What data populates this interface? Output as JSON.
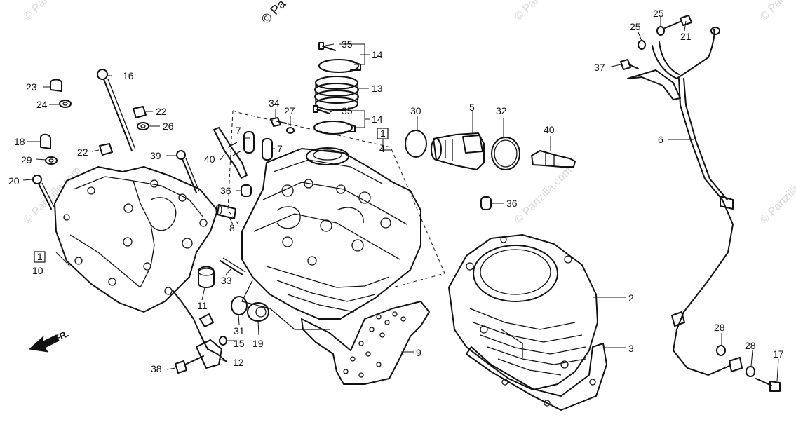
{
  "watermark": {
    "text": "© Partzilla.com",
    "copyright_fragment": "© Pa"
  },
  "front_arrow": {
    "label": "FR.",
    "icon": "front-direction-arrow-icon"
  },
  "part_labels": {
    "p1a": "1",
    "p1b": "1",
    "p2": "2",
    "p3": "3",
    "p4": "4",
    "p5": "5",
    "p6": "6",
    "p7a": "7",
    "p7b": "7",
    "p8": "8",
    "p9": "9",
    "p10": "10",
    "p11": "11",
    "p12": "12",
    "p13": "13",
    "p14a": "14",
    "p14b": "14",
    "p15": "15",
    "p16": "16",
    "p17": "17",
    "p18": "18",
    "p19": "19",
    "p20": "20",
    "p21": "21",
    "p22a": "22",
    "p22b": "22",
    "p23": "23",
    "p24": "24",
    "p25a": "25",
    "p25b": "25",
    "p26": "26",
    "p27": "27",
    "p28a": "28",
    "p28b": "28",
    "p29": "29",
    "p30": "30",
    "p31": "31",
    "p32": "32",
    "p33": "33",
    "p34": "34",
    "p35a": "35",
    "p35b": "35",
    "p36a": "36",
    "p36b": "36",
    "p37": "37",
    "p38": "38",
    "p39": "39",
    "p40a": "40",
    "p40b": "40"
  },
  "colors": {
    "ink": "#111111",
    "background": "#ffffff",
    "watermark": "#d8d8d8"
  }
}
